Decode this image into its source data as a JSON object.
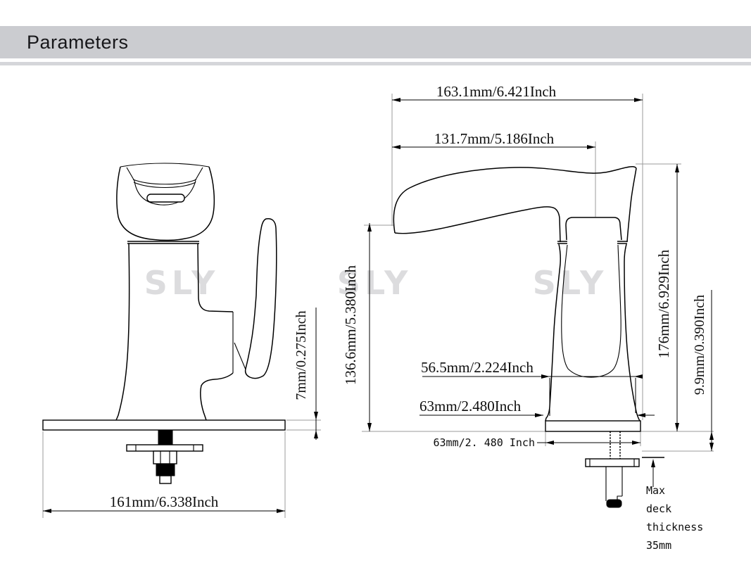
{
  "header": {
    "title": "Parameters"
  },
  "watermark": {
    "text": "SLY"
  },
  "colors": {
    "header_bar": "#cbccd0",
    "header_strip": "#d5d6da",
    "drawing_line": "#000000",
    "extension_line": "#9b9b9b",
    "watermark": "#dcdcde"
  },
  "front_view": {
    "dims": {
      "base_width": "161mm/6.338Inch",
      "plate_thickness": "7mm/0.275Inch"
    }
  },
  "side_view": {
    "dims": {
      "overall_length": "163.1mm/6.421Inch",
      "spout_reach": "131.7mm/5.186Inch",
      "spout_height": "136.6mm/5.380Inch",
      "overall_height": "176mm/6.929Inch",
      "plate_offset": "9.9mm/0.390Inch",
      "body_width": "56.5mm/2.224Inch",
      "base_width": "63mm/2.480Inch",
      "plate_width": "63mm/2. 480 Inch"
    },
    "note": {
      "l1": "Max",
      "l2": "deck",
      "l3": "thickness",
      "l4": "35mm"
    }
  }
}
